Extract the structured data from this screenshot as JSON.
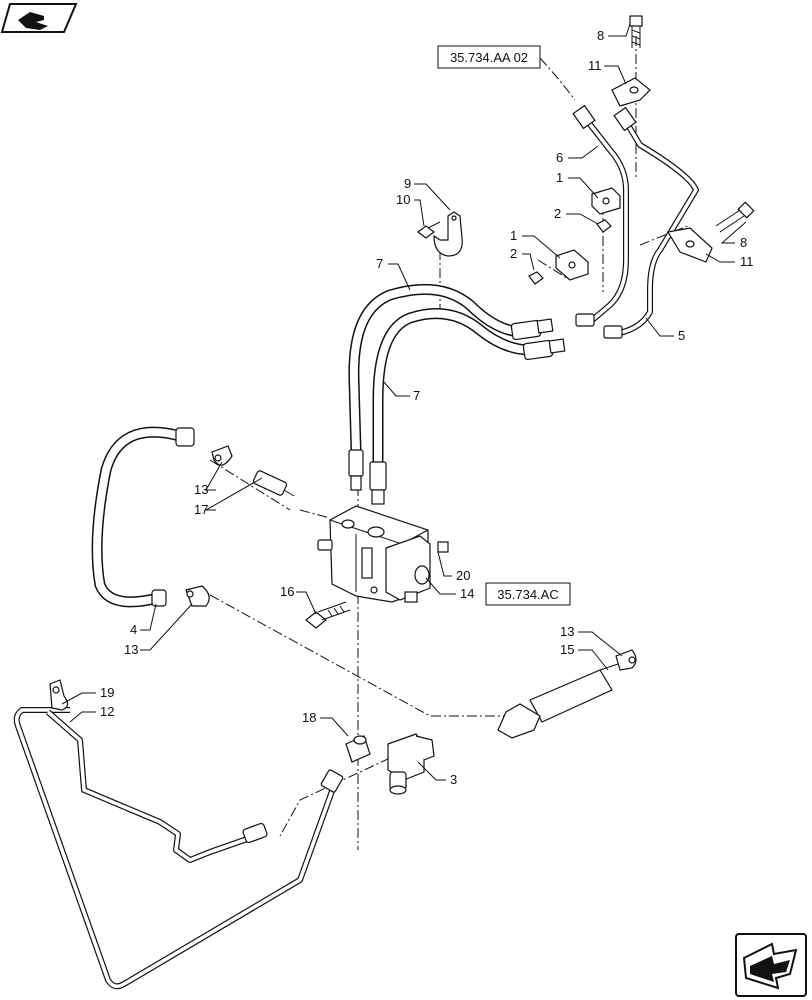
{
  "references": {
    "ref_top": "35.734.AA 02",
    "ref_mid": "35.734.AC"
  },
  "callouts": {
    "c1a": "1",
    "c1b": "1",
    "c2a": "2",
    "c2b": "2",
    "c3": "3",
    "c4": "4",
    "c5": "5",
    "c6": "6",
    "c7a": "7",
    "c7b": "7",
    "c8a": "8",
    "c8b": "8",
    "c9": "9",
    "c10": "10",
    "c11a": "11",
    "c11b": "11",
    "c12": "12",
    "c13a": "13",
    "c13b": "13",
    "c13c": "13",
    "c14": "14",
    "c15": "15",
    "c16": "16",
    "c17": "17",
    "c18": "18",
    "c19": "19",
    "c20": "20"
  },
  "icons": {
    "top_left": "book-hand-icon",
    "bottom_right": "next-page-arrow-icon"
  }
}
